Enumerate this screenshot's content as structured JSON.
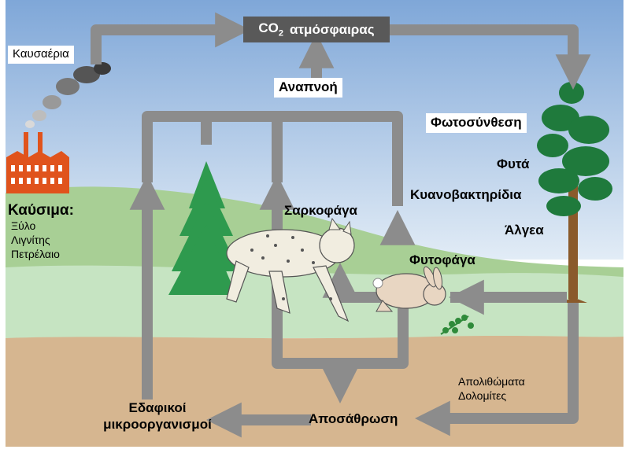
{
  "labels": {
    "co2_prefix": "CO",
    "co2_sub": "2",
    "co2_text": "ατμόσφαιρας",
    "factory": "Καυσαέρια",
    "respiration": "Αναπνοή",
    "photosynthesis": "Φωτοσύνθεση",
    "plants": "Φυτά",
    "cyanobacteria": "Κυανοβακτηρίδια",
    "algae": "Άλγεα",
    "carnivores": "Σαρκοφάγα",
    "herbivores": "Φυτοφάγα",
    "fuels_title": "Καύσιμα:",
    "fuel_wood": "Ξύλο",
    "fuel_lignite": "Λιγνίτης",
    "fuel_oil": "Πετρέλαιο",
    "fossils": "Απολιθώματα",
    "dolomites": "Δολομίτες",
    "decomposition": "Αποσάθρωση",
    "soil_micro_1": "Εδαφικοί",
    "soil_micro_2": "μικροοργανισμοί"
  },
  "colors": {
    "sky_top": "#7fa7d8",
    "sky_bottom": "#dbe8f5",
    "hills": "#a8cf95",
    "meadow": "#c6e4c2",
    "ground": "#d6b690",
    "arrow": "#8c8c8c",
    "co2_box": "#595959",
    "factory": "#e0531c",
    "tree": "#1f7a3c",
    "trunk": "#8a5a2b"
  }
}
